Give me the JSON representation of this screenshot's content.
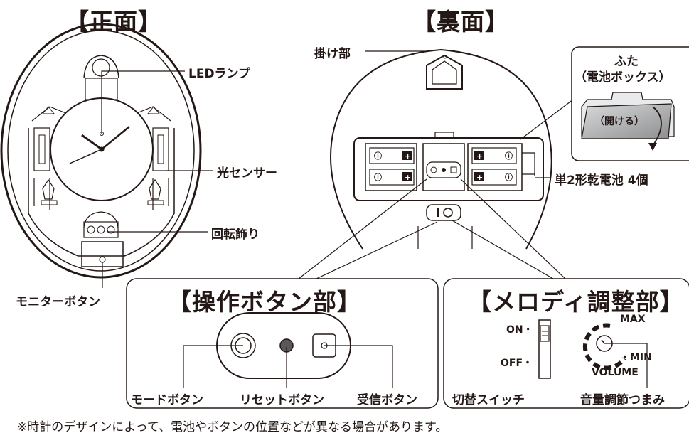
{
  "front": {
    "title": "【正面】",
    "labels": {
      "led_lamp": "LEDランプ",
      "light_sensor": "光センサー",
      "rotating_ornament": "回転飾り",
      "monitor_button": "モニターボタン"
    }
  },
  "back": {
    "title": "【裏面】",
    "labels": {
      "hanger": "掛け部",
      "cover": "ふた",
      "battery_box": "（電池ボックス）",
      "open": "（開ける）",
      "batteries": "単2形乾電池 4個"
    }
  },
  "operation_panel": {
    "title": "【操作ボタン部】",
    "mode_button": "モードボタン",
    "reset_button": "リセットボタン",
    "receive_button": "受信ボタン"
  },
  "melody_panel": {
    "title": "【メロディ調整部】",
    "on": "ON・",
    "off": "OFF・",
    "max": "MAX",
    "min": "・MIN",
    "volume": "VOLUME",
    "switch": "切替スイッチ",
    "volume_knob": "音量調節つまみ"
  },
  "footnote": "※時計のデザインによって、電池やボタンの位置などが異なる場合があります。"
}
